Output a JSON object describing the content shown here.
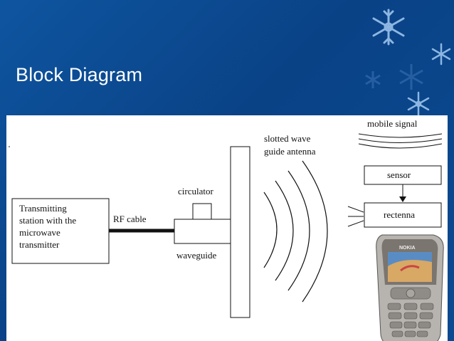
{
  "slide": {
    "title": "Block Diagram"
  },
  "diagram": {
    "transmitter": [
      "Transmitting",
      "station with the",
      "microwave",
      "transmitter"
    ],
    "rf_cable": "RF cable",
    "circulator": "circulator",
    "waveguide": "waveguide",
    "antenna": [
      "slotted wave",
      "guide antenna"
    ],
    "mobile_signal": "mobile signal",
    "sensor": "sensor",
    "rectenna": "rectenna",
    "phone_brand": "NOKIA"
  },
  "colors": {
    "background": "#0b4a91",
    "snowflake": "#8fb8e6",
    "line": "#111111"
  }
}
